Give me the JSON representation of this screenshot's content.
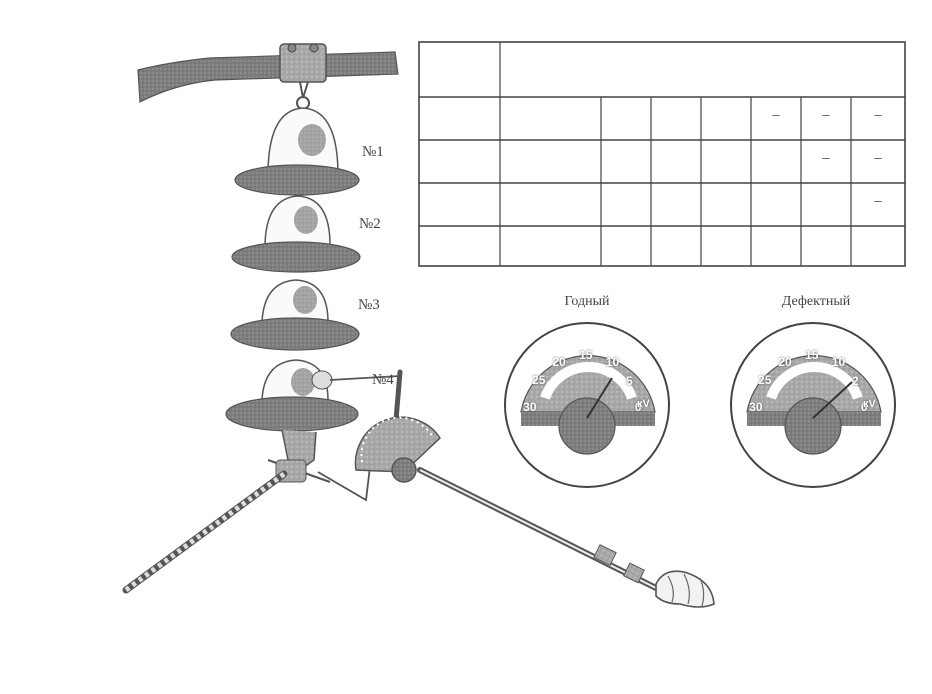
{
  "insulator_labels": [
    "№1",
    "№2",
    "№3",
    "№4"
  ],
  "gauges": [
    {
      "title": "Годный",
      "scale": [
        "30",
        "25",
        "20",
        "15",
        "10",
        "5",
        "0"
      ],
      "unit": "кV"
    },
    {
      "title": "Дефектный",
      "scale": [
        "30",
        "25",
        "20",
        "15",
        "10",
        "2",
        "0"
      ],
      "unit": "кV"
    }
  ],
  "table": {
    "rows": [
      [
        "",
        "",
        "",
        "",
        "",
        "",
        "",
        ""
      ],
      [
        "",
        "",
        "",
        "",
        "",
        "–",
        "–",
        "–"
      ],
      [
        "",
        "",
        "",
        "",
        "",
        "",
        "–",
        "–"
      ],
      [
        "",
        "",
        "",
        "",
        "",
        "",
        "",
        "–"
      ],
      [
        "",
        "",
        "",
        "",
        "",
        "",
        "",
        ""
      ]
    ]
  },
  "colors": {
    "ink": "#4a4a4a",
    "shade": "#8a8a8a",
    "gauge_fill": "#9a9a9a",
    "paper": "#ffffff"
  }
}
